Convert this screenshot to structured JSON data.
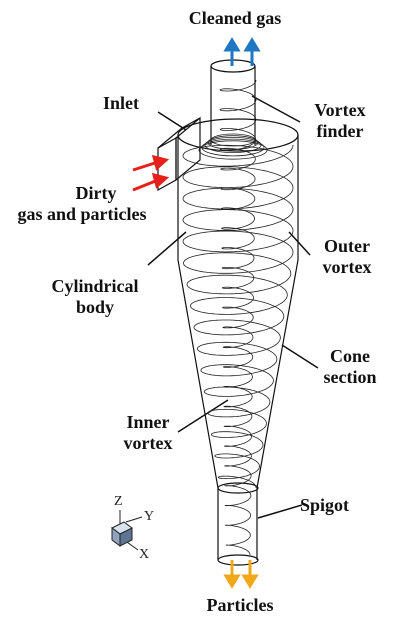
{
  "labels": {
    "cleaned_gas": "Cleaned gas",
    "inlet": "Inlet",
    "vortex_finder_1": "Vortex",
    "vortex_finder_2": "finder",
    "dirty_gas_1": "Dirty",
    "dirty_gas_2": "gas and particles",
    "outer_vortex_1": "Outer",
    "outer_vortex_2": "vortex",
    "cylindrical_body_1": "Cylindrical",
    "cylindrical_body_2": "body",
    "cone_section_1": "Cone",
    "cone_section_2": "section",
    "inner_vortex_1": "Inner",
    "inner_vortex_2": "vortex",
    "spigot": "Spigot",
    "particles": "Particles"
  },
  "axes": {
    "z": "Z",
    "y": "Y",
    "x": "X"
  },
  "colors": {
    "outflow": "#1f77c4",
    "inflow": "#e8201a",
    "particles_out": "#f0a818",
    "lines": "#111111"
  }
}
